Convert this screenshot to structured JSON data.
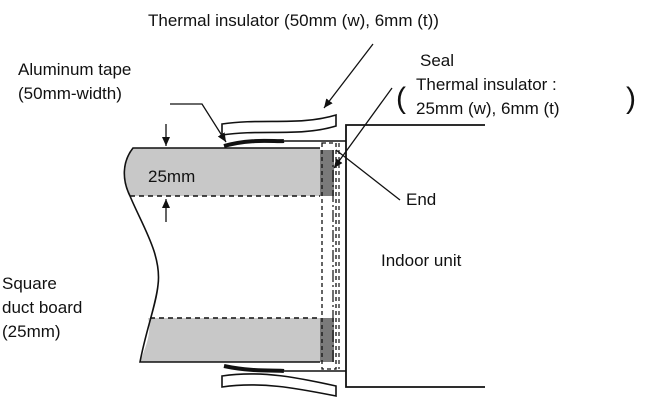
{
  "labels": {
    "thermal_insulator_top": "Thermal insulator (50mm (w), 6mm (t))",
    "aluminum_tape_line1": "Aluminum tape",
    "aluminum_tape_line2": "(50mm-width)",
    "seal_title": "Seal",
    "seal_open_paren": "(",
    "seal_line1": "Thermal insulator :",
    "seal_line2": "25mm (w), 6mm (t)",
    "seal_close_paren": ")",
    "dimension_25mm": "25mm",
    "end": "End",
    "indoor_unit": "Indoor unit",
    "duct_line1": "Square",
    "duct_line2": "duct board",
    "duct_line3": "(25mm)"
  },
  "colors": {
    "board_fill": "#c8c8c8",
    "seal_fill": "#7a7a7a",
    "line": "#111111"
  }
}
